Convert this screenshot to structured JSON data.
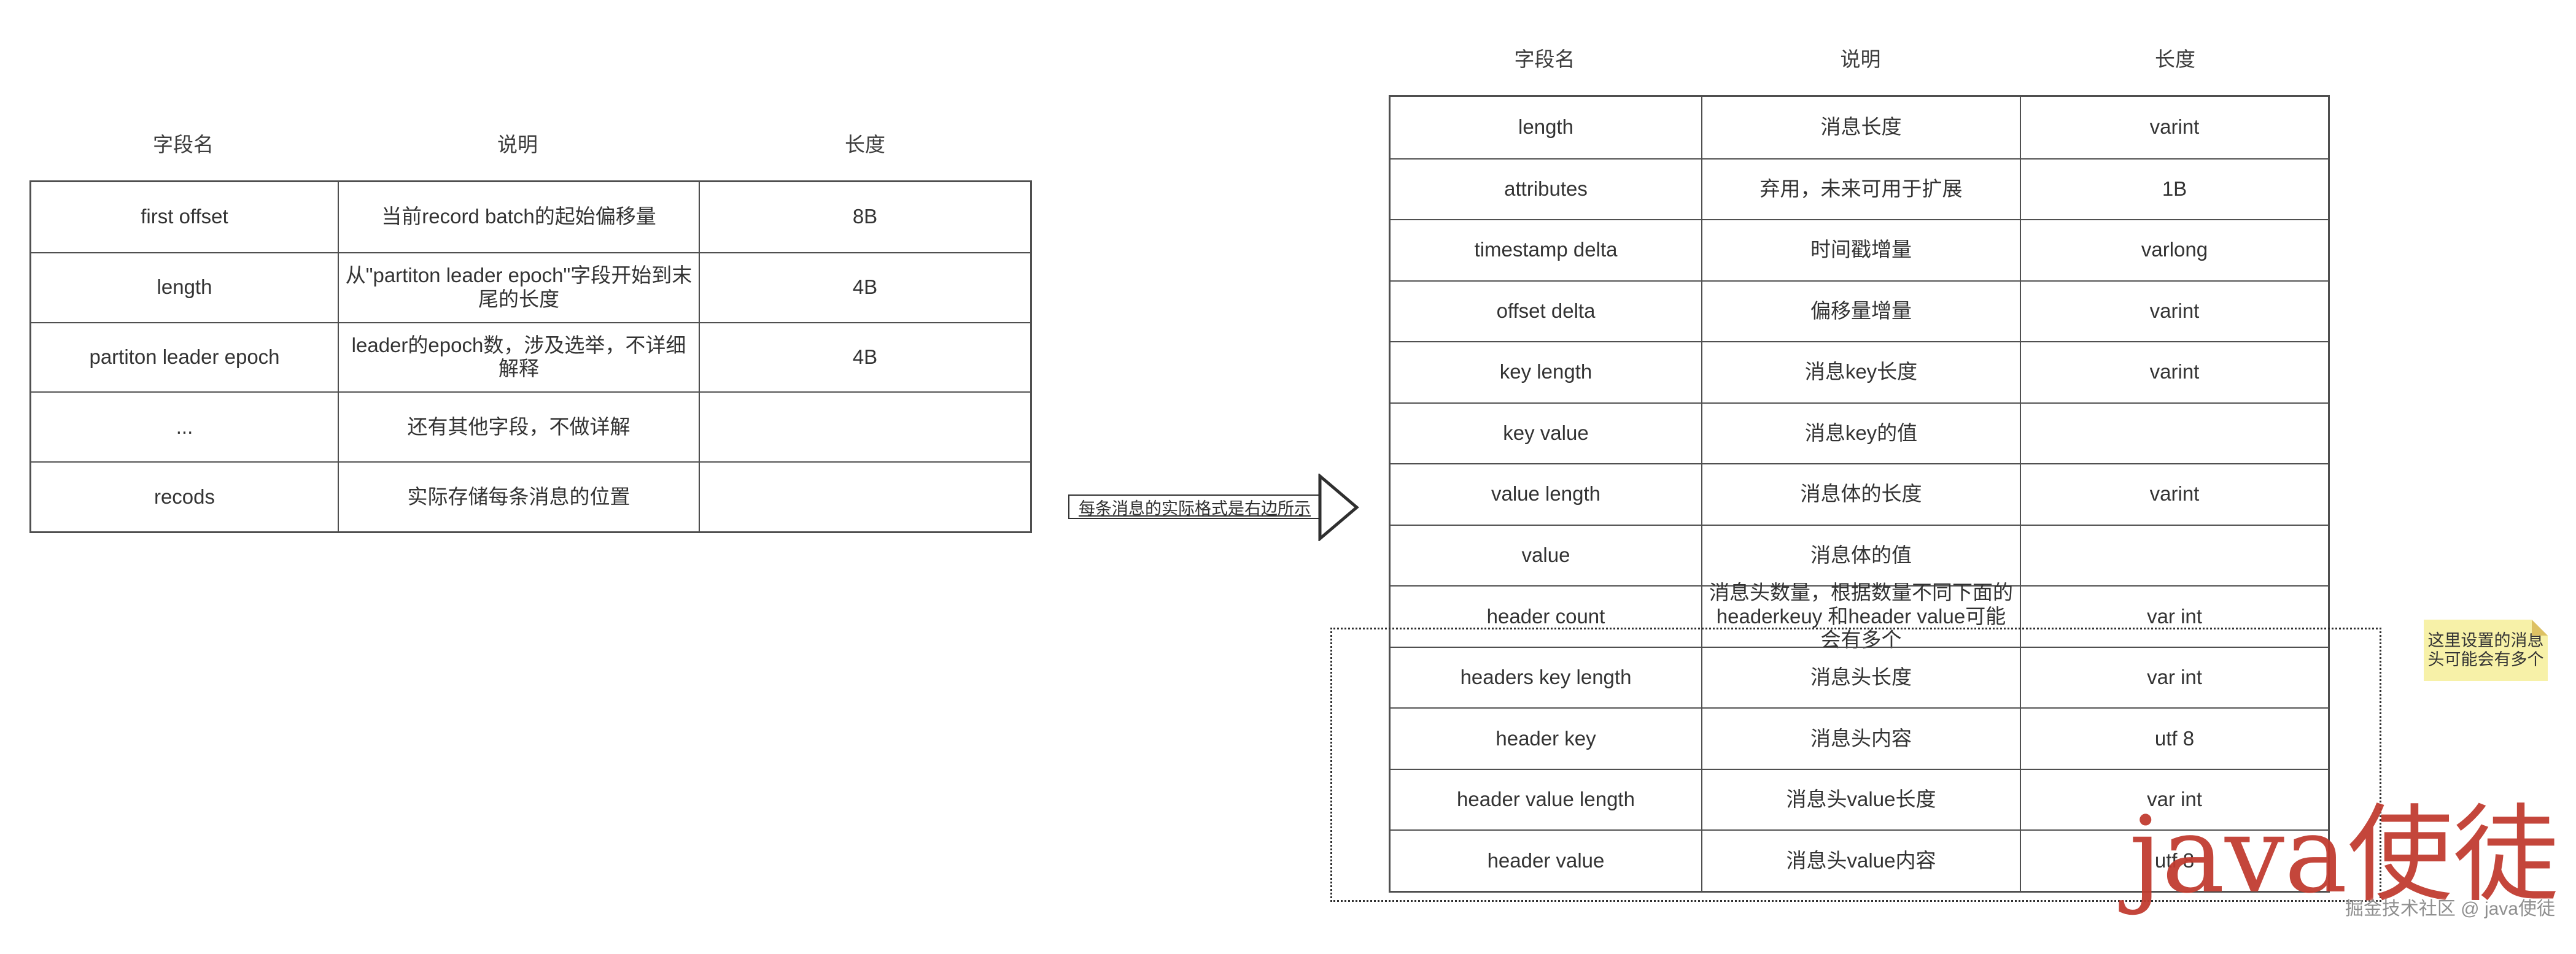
{
  "left_table": {
    "headers": [
      "字段名",
      "说明",
      "长度"
    ],
    "rows": [
      {
        "field": "first offset",
        "desc": "当前record batch的起始偏移量",
        "len": "8B"
      },
      {
        "field": "length",
        "desc": "从\"partiton leader epoch\"字段开始到末尾的长度",
        "len": "4B"
      },
      {
        "field": "partiton leader epoch",
        "desc": "leader的epoch数，涉及选举，不详细解释",
        "len": "4B"
      },
      {
        "field": "...",
        "desc": "还有其他字段，不做详解",
        "len": ""
      },
      {
        "field": "recods",
        "desc": "实际存储每条消息的位置",
        "len": ""
      }
    ]
  },
  "arrow": {
    "label": "每条消息的实际格式是右边所示"
  },
  "right_table": {
    "headers": [
      "字段名",
      "说明",
      "长度"
    ],
    "rows": [
      {
        "field": "length",
        "desc": "消息长度",
        "len": "varint"
      },
      {
        "field": "attributes",
        "desc": "弃用，未来可用于扩展",
        "len": "1B"
      },
      {
        "field": "timestamp delta",
        "desc": "时间戳增量",
        "len": "varlong"
      },
      {
        "field": "offset delta",
        "desc": "偏移量增量",
        "len": "varint"
      },
      {
        "field": "key length",
        "desc": "消息key长度",
        "len": "varint"
      },
      {
        "field": "key value",
        "desc": "消息key的值",
        "len": ""
      },
      {
        "field": "value length",
        "desc": "消息体的长度",
        "len": "varint"
      },
      {
        "field": "value",
        "desc": "消息体的值",
        "len": ""
      },
      {
        "field": "header count",
        "desc": "消息头数量，根据数量不同下面的headerkeuy 和header value可能会有多个",
        "len": "var int"
      },
      {
        "field": "headers key length",
        "desc": "消息头长度",
        "len": "var int"
      },
      {
        "field": "header key",
        "desc": "消息头内容",
        "len": "utf 8"
      },
      {
        "field": "header value length",
        "desc": "消息头value长度",
        "len": "var int"
      },
      {
        "field": "header value",
        "desc": "消息头value内容",
        "len": "utf 8"
      }
    ]
  },
  "note": {
    "text": "这里设置的消息头可能会有多个",
    "bg_color": "#f7f1a8",
    "fold_color": "#ddc163"
  },
  "watermark": {
    "text": "java使徒",
    "color": "#c13b2f"
  },
  "credit": {
    "text": "掘金技术社区 @ java使徒"
  },
  "colors": {
    "table_border": "#4f4f4f",
    "text": "#333333",
    "dashed_outline": "#2e2e2e"
  }
}
